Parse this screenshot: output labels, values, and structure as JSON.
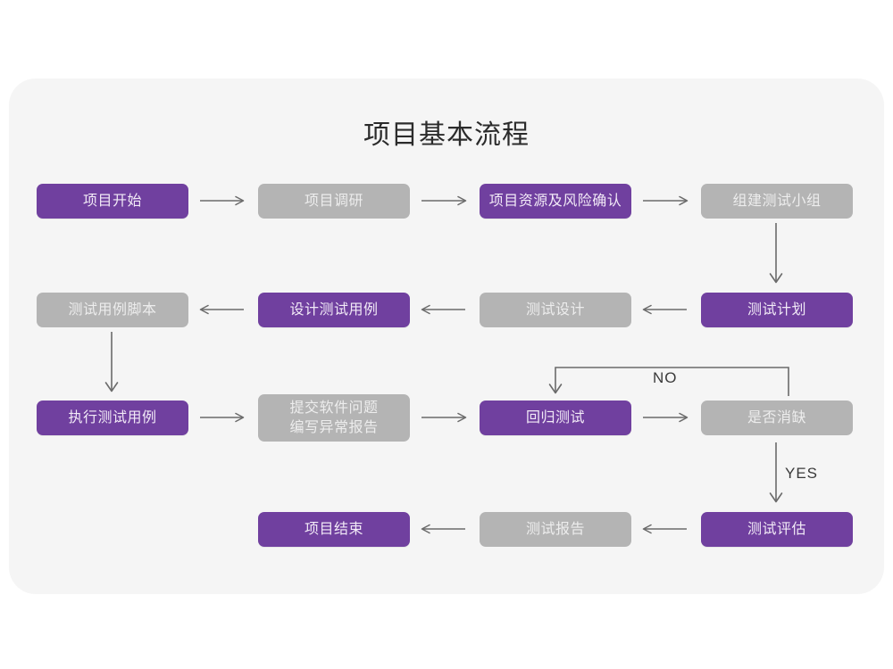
{
  "title": "项目基本流程",
  "theme": {
    "page_background": "#ffffff",
    "card_background": "#f5f5f5",
    "accent_purple": "#70409f",
    "muted_gray": "#b4b4b4",
    "purple_text": "#f2eaf7",
    "gray_text": "#ededed",
    "connector": "#6b6b6b",
    "title_color": "#2b2b2b"
  },
  "chart_data": {
    "type": "diagram",
    "title": "项目基本流程",
    "nodes": [
      {
        "id": "n1",
        "label": "项目开始",
        "style": "purple",
        "row": 1,
        "col": 1
      },
      {
        "id": "n2",
        "label": "项目调研",
        "style": "gray",
        "row": 1,
        "col": 2
      },
      {
        "id": "n3",
        "label": "项目资源及风险确认",
        "style": "purple",
        "row": 1,
        "col": 3
      },
      {
        "id": "n4",
        "label": "组建测试小组",
        "style": "gray",
        "row": 1,
        "col": 4
      },
      {
        "id": "n5",
        "label": "测试用例脚本",
        "style": "gray",
        "row": 2,
        "col": 1
      },
      {
        "id": "n6",
        "label": "设计测试用例",
        "style": "purple",
        "row": 2,
        "col": 2
      },
      {
        "id": "n7",
        "label": "测试设计",
        "style": "gray",
        "row": 2,
        "col": 3
      },
      {
        "id": "n8",
        "label": "测试计划",
        "style": "purple",
        "row": 2,
        "col": 4
      },
      {
        "id": "n9",
        "label": "执行测试用例",
        "style": "purple",
        "row": 3,
        "col": 1
      },
      {
        "id": "n10",
        "label": "提交软件问题\n编写异常报告",
        "style": "gray",
        "row": 3,
        "col": 2
      },
      {
        "id": "n11",
        "label": "回归测试",
        "style": "purple",
        "row": 3,
        "col": 3
      },
      {
        "id": "n12",
        "label": "是否消缺",
        "style": "gray",
        "row": 3,
        "col": 4
      },
      {
        "id": "n13",
        "label": "项目结束",
        "style": "purple",
        "row": 4,
        "col": 2
      },
      {
        "id": "n14",
        "label": "测试报告",
        "style": "gray",
        "row": 4,
        "col": 3
      },
      {
        "id": "n15",
        "label": "测试评估",
        "style": "purple",
        "row": 4,
        "col": 4
      }
    ],
    "edges": [
      {
        "from": "n1",
        "to": "n2",
        "direction": "right",
        "label": ""
      },
      {
        "from": "n2",
        "to": "n3",
        "direction": "right",
        "label": ""
      },
      {
        "from": "n3",
        "to": "n4",
        "direction": "right",
        "label": ""
      },
      {
        "from": "n4",
        "to": "n8",
        "direction": "down",
        "label": ""
      },
      {
        "from": "n8",
        "to": "n7",
        "direction": "left",
        "label": ""
      },
      {
        "from": "n7",
        "to": "n6",
        "direction": "left",
        "label": ""
      },
      {
        "from": "n6",
        "to": "n5",
        "direction": "left",
        "label": ""
      },
      {
        "from": "n5",
        "to": "n9",
        "direction": "down",
        "label": ""
      },
      {
        "from": "n9",
        "to": "n10",
        "direction": "right",
        "label": ""
      },
      {
        "from": "n10",
        "to": "n11",
        "direction": "right",
        "label": ""
      },
      {
        "from": "n11",
        "to": "n12",
        "direction": "right",
        "label": ""
      },
      {
        "from": "n12",
        "to": "n11",
        "direction": "loop-up-left",
        "label": "NO"
      },
      {
        "from": "n12",
        "to": "n15",
        "direction": "down",
        "label": "YES"
      },
      {
        "from": "n15",
        "to": "n14",
        "direction": "left",
        "label": ""
      },
      {
        "from": "n14",
        "to": "n13",
        "direction": "left",
        "label": ""
      }
    ],
    "edge_labels": [
      "NO",
      "YES"
    ]
  },
  "labels": {
    "no": "NO",
    "yes": "YES"
  },
  "nodes": {
    "n1": "项目开始",
    "n2": "项目调研",
    "n3": "项目资源及风险确认",
    "n4": "组建测试小组",
    "n5": "测试用例脚本",
    "n6": "设计测试用例",
    "n7": "测试设计",
    "n8": "测试计划",
    "n9": "执行测试用例",
    "n10": "提交软件问题\n编写异常报告",
    "n11": "回归测试",
    "n12": "是否消缺",
    "n13": "项目结束",
    "n14": "测试报告",
    "n15": "测试评估"
  }
}
